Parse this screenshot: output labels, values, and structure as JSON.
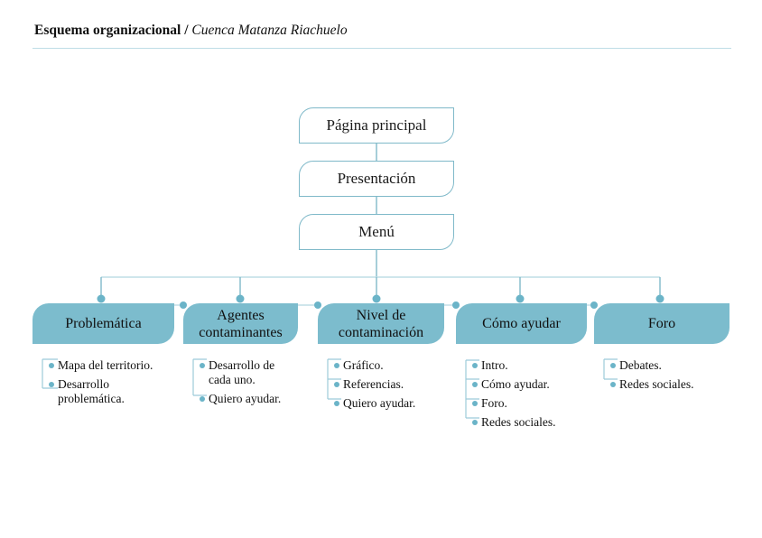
{
  "header": {
    "title_bold": "Esquema organizacional /",
    "title_italic": "Cuenca Matanza Riachuelo"
  },
  "colors": {
    "accent_fill": "#7cbccd",
    "line": "#7fb9c9",
    "rule": "#bfdde6",
    "dot": "#6bb4c8"
  },
  "flow": {
    "top_boxes": [
      {
        "label": "Página principal"
      },
      {
        "label": "Presentación"
      },
      {
        "label": "Menú"
      }
    ],
    "categories": [
      {
        "label": "Problemática",
        "items": [
          "Mapa del territorio.",
          "Desarrollo problemática."
        ]
      },
      {
        "label": "Agentes contaminantes",
        "items": [
          "Desarrollo de cada uno.",
          "Quiero ayudar."
        ]
      },
      {
        "label": "Nivel de contaminación",
        "items": [
          "Gráfico.",
          "Referencias.",
          "Quiero ayudar."
        ]
      },
      {
        "label": "Cómo ayudar",
        "items": [
          "Intro.",
          "Cómo ayudar.",
          "Foro.",
          "Redes sociales."
        ]
      },
      {
        "label": "Foro",
        "items": [
          "Debates.",
          "Redes sociales."
        ]
      }
    ]
  }
}
